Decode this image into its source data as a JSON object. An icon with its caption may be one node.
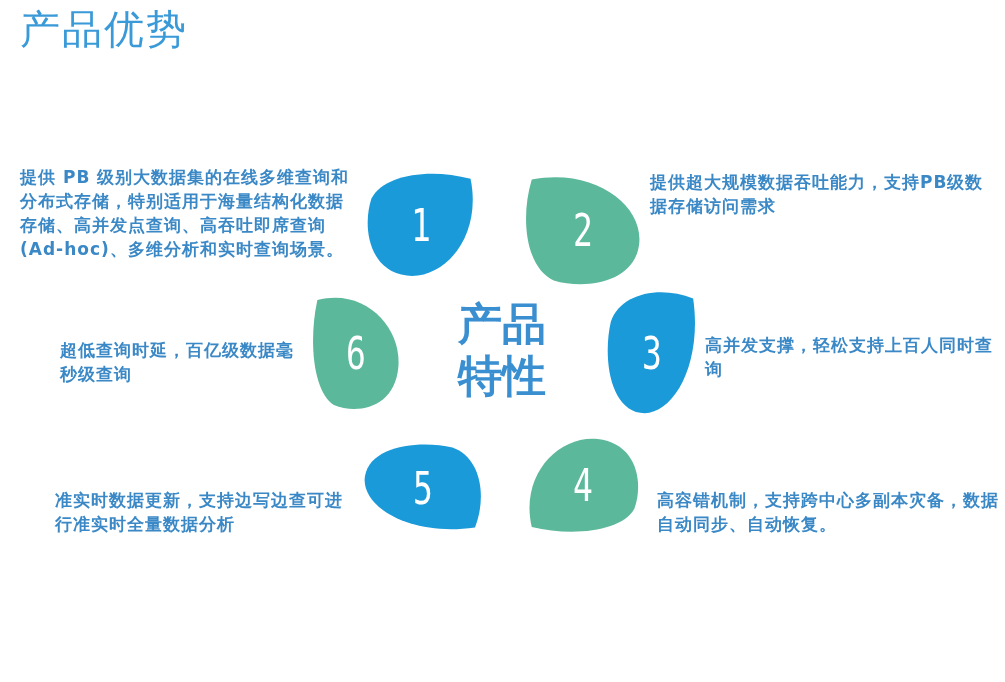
{
  "diagram": {
    "title": "产品优势",
    "nodes": [
      {
        "text": [
          "1"
        ],
        "beside": [
          "提供 PB 级别大数据集的在线多维查询和分布式存储，特别适用于海量结构化数据存储、高并发点查询、高吞吐即席查询(Ad-hoc)、多维分析和实时查询场景。"
        ]
      },
      {
        "text": [
          "2"
        ],
        "beside": [
          "提供超大规模数据吞吐能力，支持PB级数据存储访问需求"
        ]
      },
      {
        "text": [
          "3"
        ],
        "beside": [
          "高并发支撑，轻松支持上百人同时查询"
        ]
      },
      {
        "text": [
          "4"
        ],
        "beside": [
          "高容错机制，支持跨中心多副本灾备，数据自动同步、自动恢复。"
        ]
      },
      {
        "text": [
          "5"
        ],
        "beside": [
          "准实时数据更新，支持边写边查可进行准实时全量数据分析"
        ]
      },
      {
        "text": [
          "6"
        ],
        "beside": [
          "超低查询时延，百亿级数据毫秒级查询"
        ]
      }
    ],
    "labels": [
      "产品特性"
    ]
  }
}
